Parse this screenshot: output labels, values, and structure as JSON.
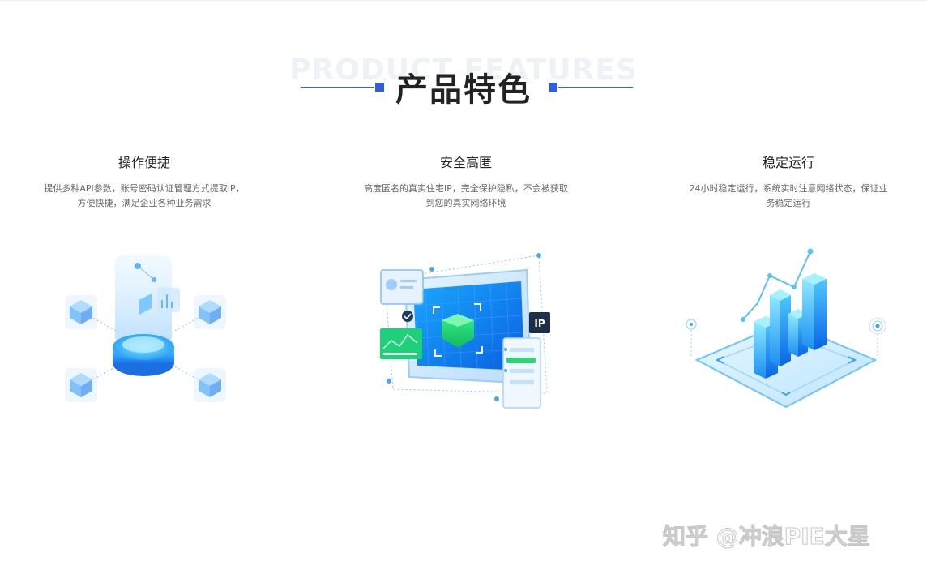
{
  "header": {
    "background_text": "PRODUCT FEATURES",
    "title": "产品特色"
  },
  "features": [
    {
      "title": "操作便捷",
      "description": "提供多种API参数，账号密码认证管理方式提取IP，方便快捷，满足企业各种业务需求",
      "icon": "network-hub-illustration"
    },
    {
      "title": "安全高匿",
      "description": "高度匿名的真实住宅IP，完全保护隐私，不会被获取到您的真实网络环境",
      "icon": "secure-screen-illustration",
      "badge": "IP"
    },
    {
      "title": "稳定运行",
      "description": "24小时稳定运行，系统实时注意网络状态，保证业务稳定运行",
      "icon": "bar-chart-platform-illustration"
    }
  ],
  "watermark": "知乎 @冲浪PIE大星",
  "colors": {
    "accent": "#2f5fe0",
    "title": "#222222",
    "text": "#666666",
    "illustration_blue": "#1e8cf0",
    "illustration_green": "#2ee07a"
  }
}
